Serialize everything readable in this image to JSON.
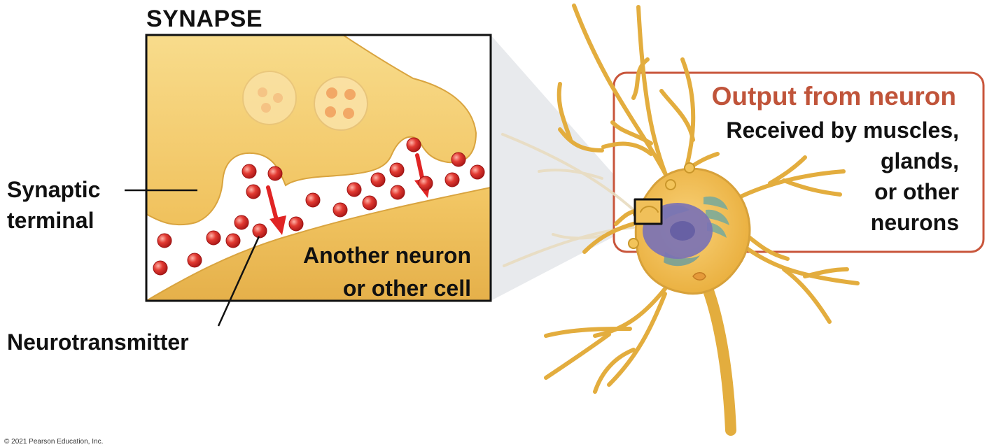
{
  "labels": {
    "title": "SYNAPSE",
    "synaptic_terminal_line1": "Synaptic",
    "synaptic_terminal_line2": "terminal",
    "neurotransmitter": "Neurotransmitter",
    "another_neuron_line1": "Another neuron",
    "another_neuron_line2": "or other cell",
    "output_title": "Output from neuron",
    "output_line1": "Received by muscles,",
    "output_line2": "glands,",
    "output_line3": "or other",
    "output_line4": "neurons",
    "copyright": "© 2021 Pearson Education, Inc."
  },
  "colors": {
    "neuron_fill": "#f5c45a",
    "neuron_stroke": "#c9962a",
    "terminal_fill": "#f8d67c",
    "neurotransmitter": "#d8272a",
    "arrow": "#e02424",
    "output_accent": "#c0543a",
    "nucleus": "#7b72b4"
  }
}
